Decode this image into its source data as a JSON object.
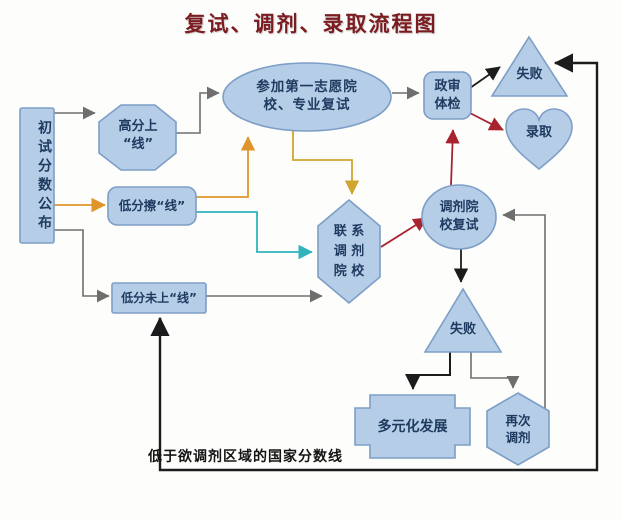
{
  "title": "复试、调剂、录取流程图",
  "nodes": {
    "initial_scores": {
      "label": "初试分数公布",
      "shape": "rectangle-vertical"
    },
    "high_above_line": {
      "line1": "高分上",
      "line2": "“线”",
      "shape": "octagon"
    },
    "low_graze_line": {
      "label": "低分擦“线”",
      "shape": "rounded-rectangle"
    },
    "low_below_line": {
      "label": "低分未上“线”",
      "shape": "rectangle"
    },
    "first_choice_retest": {
      "line1": "参加第一志愿院",
      "line2": "校、专业复试",
      "shape": "ellipse"
    },
    "political_review": {
      "line1": "政审",
      "line2": "体检",
      "shape": "rounded-rectangle"
    },
    "fail_top": {
      "label": "失败",
      "shape": "triangle"
    },
    "admitted": {
      "label": "录取",
      "shape": "heart"
    },
    "adjust_school_retest": {
      "line1": "调剂院",
      "line2": "校复试",
      "shape": "circle"
    },
    "contact_adjust_school": {
      "line1": "联 系",
      "line2": "调 剂",
      "line3": "院 校",
      "shape": "hexagon-vertical"
    },
    "fail_mid": {
      "label": "失败",
      "shape": "triangle"
    },
    "diversified": {
      "label": "多元化发展",
      "shape": "cross-plaque"
    },
    "adjust_again": {
      "line1": "再次",
      "line2": "调剂",
      "shape": "hexagon"
    },
    "below_line_note": {
      "label": "低于欲调剂区域的国家分数线"
    }
  },
  "edges": [
    {
      "from": "初试分数公布",
      "to": "高分上“线”",
      "color": "gray"
    },
    {
      "from": "初试分数公布",
      "to": "低分擦“线”",
      "color": "orange"
    },
    {
      "from": "初试分数公布",
      "to": "低分未上“线”",
      "color": "gray"
    },
    {
      "from": "高分上“线”",
      "to": "参加第一志愿院校、专业复试",
      "color": "gray"
    },
    {
      "from": "参加第一志愿院校、专业复试",
      "to": "政审体检",
      "color": "gray"
    },
    {
      "from": "低分擦“线”",
      "to": "参加第一志愿院校、专业复试",
      "color": "orange"
    },
    {
      "from": "参加第一志愿院校、专业复试",
      "to": "联系调剂院校",
      "color": "gold"
    },
    {
      "from": "低分擦“线”",
      "to": "联系调剂院校",
      "color": "teal"
    },
    {
      "from": "低分未上“线”",
      "to": "联系调剂院校",
      "color": "gray"
    },
    {
      "from": "联系调剂院校",
      "to": "调剂院校复试",
      "color": "red"
    },
    {
      "from": "调剂院校复试",
      "to": "政审体检",
      "color": "red"
    },
    {
      "from": "政审体检",
      "to": "失败(上)",
      "color": "black"
    },
    {
      "from": "政审体检",
      "to": "录取",
      "color": "red"
    },
    {
      "from": "调剂院校复试",
      "to": "失败(中)",
      "color": "black"
    },
    {
      "from": "失败(中)",
      "to": "多元化发展",
      "color": "black"
    },
    {
      "from": "失败(中)",
      "to": "再次调剂",
      "color": "gray"
    },
    {
      "from": "再次调剂",
      "to": "调剂院校复试",
      "color": "gray"
    },
    {
      "from": "低分未上“线”",
      "to": "失败(上)",
      "color": "black",
      "label": "低于欲调剂区域的国家分数线"
    }
  ],
  "colors": {
    "node_fill": "#b5cde7",
    "node_border": "#7d9ec6",
    "node_text": "#1e3a5f",
    "title_text": "#7b1c20",
    "arrow_gray": "#6e6e6e",
    "arrow_orange": "#e0952b",
    "arrow_gold": "#cfa52f",
    "arrow_teal": "#2fb3bd",
    "arrow_red": "#a8232e",
    "arrow_black": "#1c1c1c"
  }
}
